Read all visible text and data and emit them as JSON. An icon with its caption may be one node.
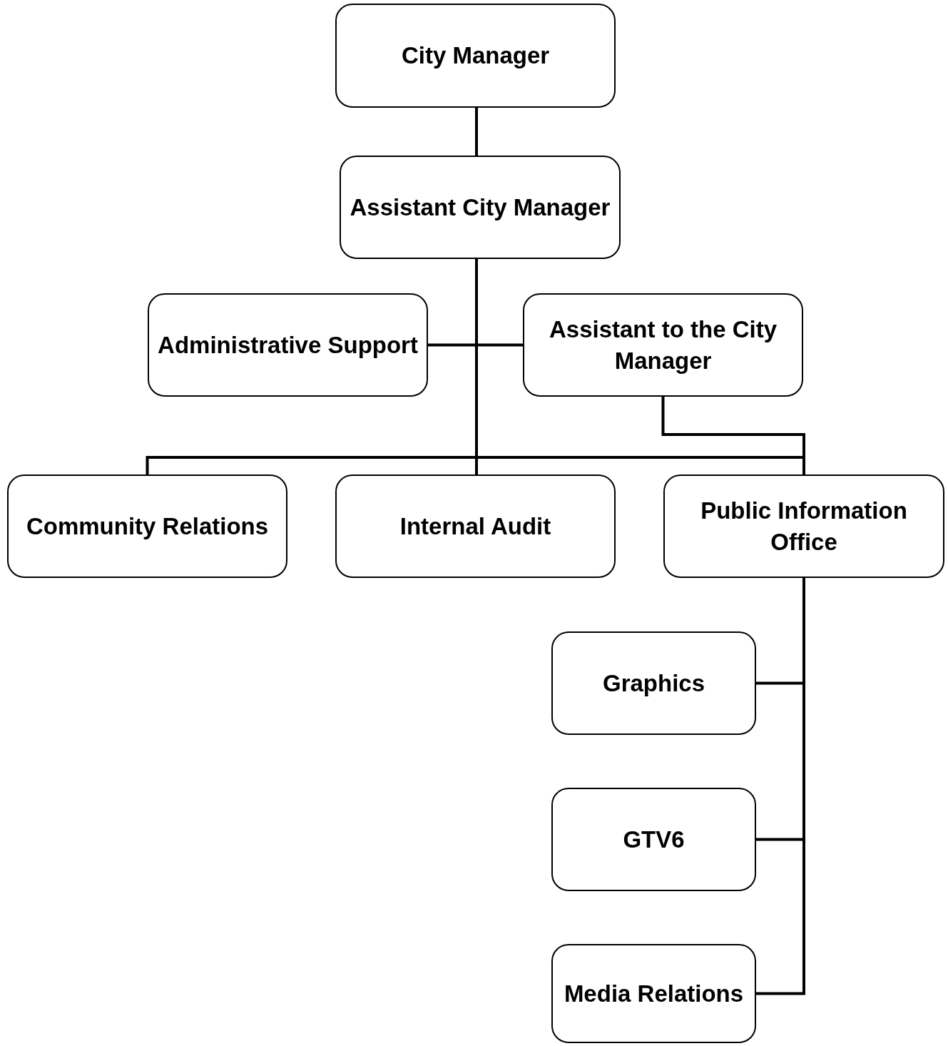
{
  "diagram": {
    "nodes": [
      {
        "text": [
          "City Manager"
        ]
      },
      {
        "text": [
          "Assistant City Manager"
        ]
      },
      {
        "text": [
          "Administrative Support"
        ]
      },
      {
        "text": [
          "Assistant to the City Manager"
        ]
      },
      {
        "text": [
          "Community Relations"
        ]
      },
      {
        "text": [
          "Internal Audit"
        ]
      },
      {
        "text": [
          "Public Information Office"
        ]
      },
      {
        "text": [
          "Graphics"
        ]
      },
      {
        "text": [
          "GTV6"
        ]
      },
      {
        "text": [
          "Media Relations"
        ]
      }
    ],
    "edges": [
      {
        "from": 0,
        "to": 1,
        "arrow": "none"
      },
      {
        "from": 1,
        "to": 2,
        "arrow": "none"
      },
      {
        "from": 1,
        "to": 3,
        "arrow": "none"
      },
      {
        "from": 1,
        "to": 4,
        "arrow": "none"
      },
      {
        "from": 1,
        "to": 5,
        "arrow": "none"
      },
      {
        "from": 1,
        "to": 6,
        "arrow": "none"
      },
      {
        "from": 3,
        "to": 6,
        "arrow": "none"
      },
      {
        "from": 6,
        "to": 7,
        "arrow": "none"
      },
      {
        "from": 6,
        "to": 8,
        "arrow": "none"
      },
      {
        "from": 6,
        "to": 9,
        "arrow": "none"
      }
    ]
  }
}
